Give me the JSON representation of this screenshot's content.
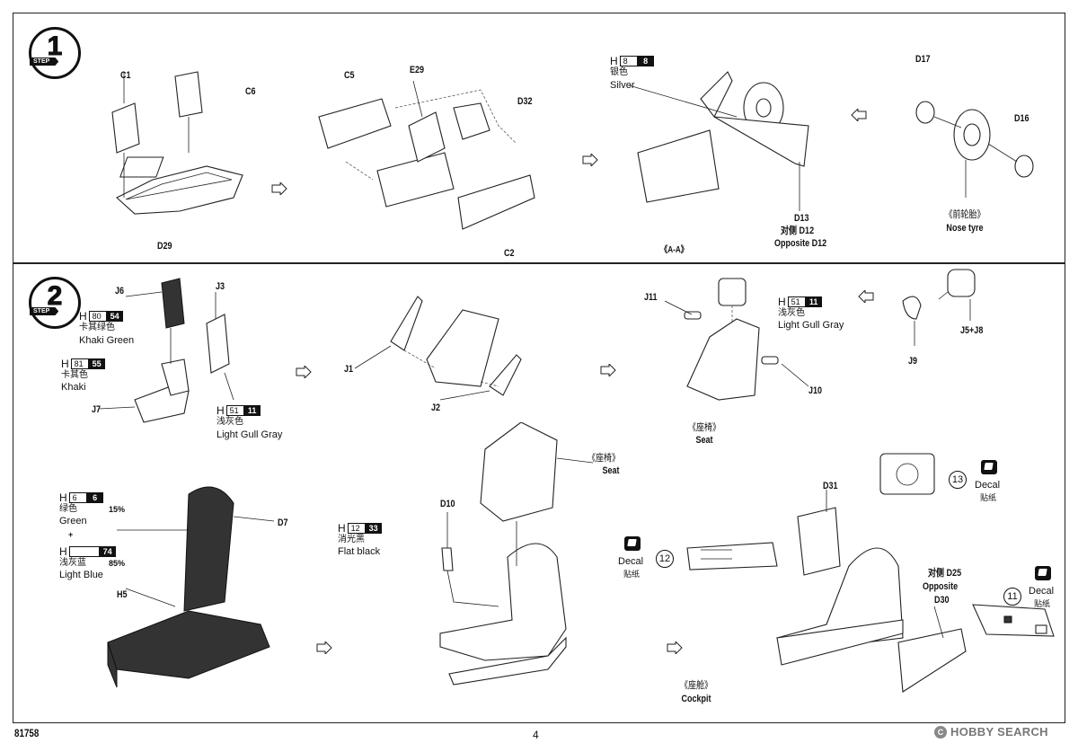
{
  "steps": [
    {
      "number": "1",
      "tag": "STEP"
    },
    {
      "number": "2",
      "tag": "STEP"
    }
  ],
  "step1": {
    "part_labels": [
      "C1",
      "C6",
      "D29",
      "C5",
      "E29",
      "D32",
      "C2",
      "D17",
      "D16",
      "D13"
    ],
    "opposite_d12_cn": "对侧 D12",
    "opposite_d12_en": "Opposite D12",
    "section_label": "《A-A》",
    "nose_tyre_cn": "《前轮胎》",
    "nose_tyre_en": "Nose tyre",
    "color_silver": {
      "code": "H",
      "num_white": "8",
      "num_black": "8",
      "cn": "银色",
      "en": "Silver"
    }
  },
  "step2": {
    "part_labels": [
      "J6",
      "J3",
      "J7",
      "J1",
      "J2",
      "J11",
      "J10",
      "J9",
      "J5+J8",
      "D7",
      "H5",
      "D10",
      "D31",
      "D30"
    ],
    "colors": {
      "khaki_green": {
        "code": "H",
        "num_white": "80",
        "num_black": "54",
        "cn": "卡其绿色",
        "en": "Khaki Green"
      },
      "khaki": {
        "code": "H",
        "num_white": "81",
        "num_black": "55",
        "cn": "卡其色",
        "en": "Khaki"
      },
      "lgg_1": {
        "code": "H",
        "num_white": "51",
        "num_black": "11",
        "cn": "浅灰色",
        "en": "Light Gull Gray"
      },
      "lgg_2": {
        "code": "H",
        "num_white": "51",
        "num_black": "11",
        "cn": "浅灰色",
        "en": "Light Gull Gray"
      },
      "green": {
        "code": "H",
        "num_white": "6",
        "num_black": "6",
        "cn": "绿色",
        "en": "Green",
        "pct": "15%"
      },
      "light_blue": {
        "code": "H",
        "num_white": "",
        "num_black": "74",
        "cn": "浅灰蓝",
        "en": "Light Blue",
        "pct": "85%"
      },
      "flat_black": {
        "code": "H",
        "num_white": "12",
        "num_black": "33",
        "cn": "消光黑",
        "en": "Flat black"
      }
    },
    "plus": "+",
    "seat1_cn": "《座椅》",
    "seat1_en": "Seat",
    "seat2_cn": "《座椅》",
    "seat2_en": "Seat",
    "cockpit_cn": "《座舱》",
    "cockpit_en": "Cockpit",
    "opposite_d25_cn": "对侧 D25",
    "opposite_d25_en": "Opposite",
    "decals": [
      {
        "num": "13",
        "en": "Decal",
        "cn": "贴纸"
      },
      {
        "num": "12",
        "en": "Decal",
        "cn": "贴纸"
      },
      {
        "num": "11",
        "en": "Decal",
        "cn": "贴纸"
      }
    ]
  },
  "footer": {
    "product_code": "81758",
    "page_number": "4",
    "watermark": "HOBBY SEARCH"
  }
}
